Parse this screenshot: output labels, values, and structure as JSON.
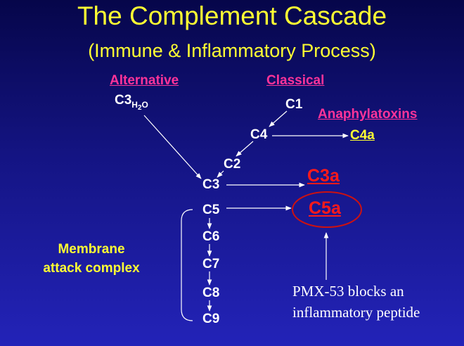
{
  "title": "The Complement Cascade",
  "subtitle": "(Immune & Inflammatory Process)",
  "pathways": {
    "alternative": "Alternative",
    "classical": "Classical"
  },
  "c3h2o": {
    "main": "C3",
    "sub_h": "H",
    "sub_2": "2",
    "sub_o": "O"
  },
  "nodes": {
    "c1": "C1",
    "c4": "C4",
    "c2": "C2",
    "c3": "C3",
    "c5": "C5",
    "c6": "C6",
    "c7": "C7",
    "c8": "C8",
    "c9": "C9"
  },
  "anaphylatoxins": {
    "heading": "Anaphylatoxins",
    "c4a": "C4a",
    "c3a": "C3a",
    "c5a": "C5a"
  },
  "membrane_attack_complex": {
    "line1": "Membrane",
    "line2": "attack complex"
  },
  "note": {
    "line1": "PMX-53 blocks an",
    "line2": "inflammatory peptide"
  },
  "colors": {
    "title": "#ffff33",
    "pathway_heading": "#ff3399",
    "node": "#ffffff",
    "anaphylatoxin_c4a": "#ffff33",
    "anaphylatoxin_red": "#ff1a1a",
    "ellipse": "#cc1111"
  }
}
